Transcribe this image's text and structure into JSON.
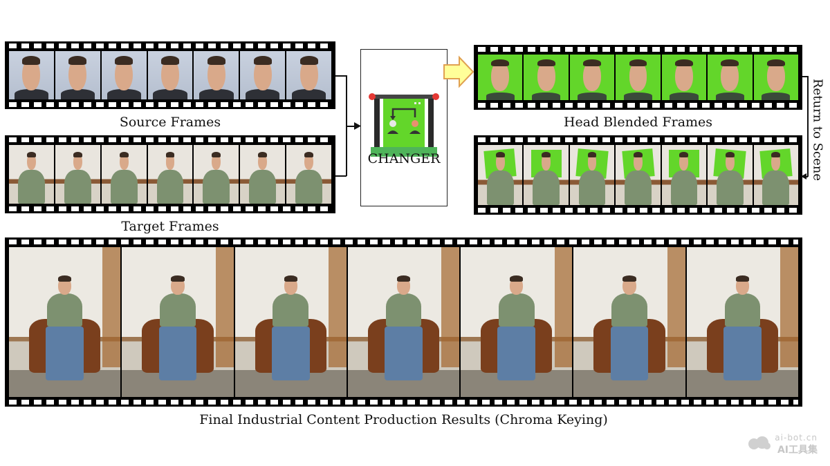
{
  "labels": {
    "source": "Source Frames",
    "target": "Target Frames",
    "head_blended": "Head Blended Frames",
    "changer": "CHANGER",
    "return_to_scene": "Return to Scene",
    "final": "Final Industrial Content Production Results (Chroma Keying)"
  },
  "watermark": {
    "domain": "ai-bot.cn",
    "name": "AI工具集"
  },
  "colors": {
    "chroma_green": "#63d62a",
    "arrow_fill": "#ffff99",
    "arrow_stroke": "#e0a050"
  },
  "strips": {
    "source_frames": 7,
    "target_frames": 7,
    "head_frames": 7,
    "composite_frames": 7,
    "final_frames": 7
  }
}
